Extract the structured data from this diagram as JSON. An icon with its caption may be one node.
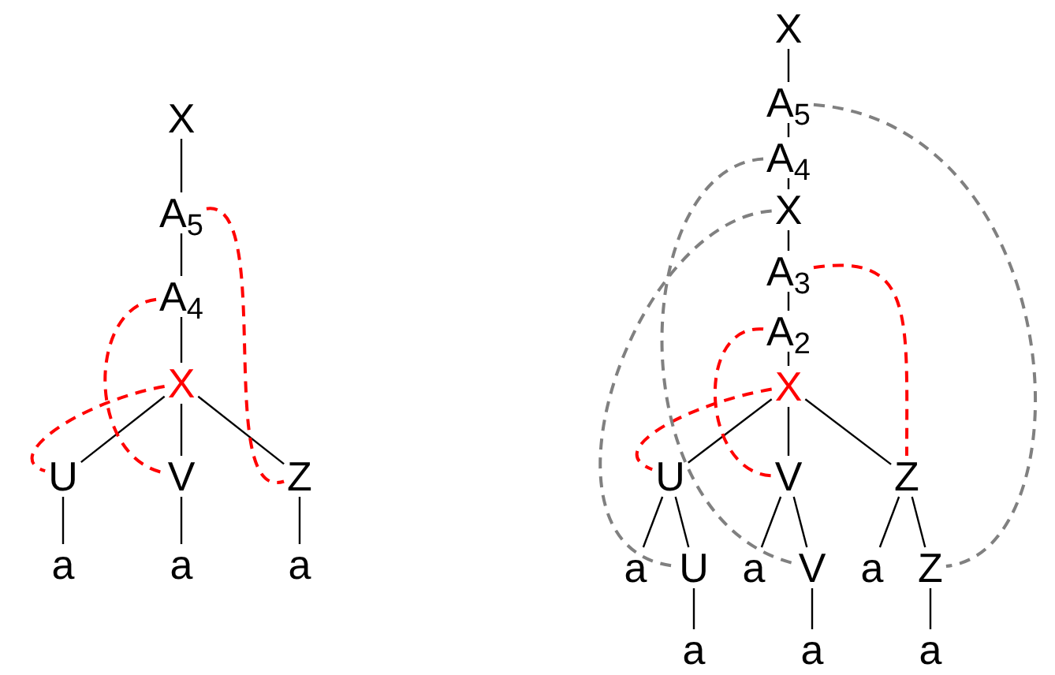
{
  "diagram": {
    "nodes": [
      {
        "text": [
          "X"
        ]
      },
      {
        "text": [
          "A$_{5}$"
        ]
      },
      {
        "text": [
          "A$_{4}$"
        ]
      },
      {
        "text": [
          "X"
        ]
      },
      {
        "text": [
          "U"
        ]
      },
      {
        "text": [
          "V"
        ]
      },
      {
        "text": [
          "Z"
        ]
      },
      {
        "text": [
          "a"
        ]
      },
      {
        "text": [
          "a"
        ]
      },
      {
        "text": [
          "a"
        ]
      },
      {
        "text": [
          "X"
        ]
      },
      {
        "text": [
          "A$_{5}$"
        ]
      },
      {
        "text": [
          "A$_{4}$"
        ]
      },
      {
        "text": [
          "X"
        ]
      },
      {
        "text": [
          "A$_{3}$"
        ]
      },
      {
        "text": [
          "A$_{2}$"
        ]
      },
      {
        "text": [
          "X"
        ]
      },
      {
        "text": [
          "U"
        ]
      },
      {
        "text": [
          "V"
        ]
      },
      {
        "text": [
          "Z"
        ]
      },
      {
        "text": [
          "a"
        ]
      },
      {
        "text": [
          "U"
        ]
      },
      {
        "text": [
          "a"
        ]
      },
      {
        "text": [
          "V"
        ]
      },
      {
        "text": [
          "a"
        ]
      },
      {
        "text": [
          "Z"
        ]
      },
      {
        "text": [
          "a"
        ]
      },
      {
        "text": [
          "a"
        ]
      },
      {
        "text": [
          "a"
        ]
      }
    ],
    "edges": [
      {
        "from": 0,
        "to": 1,
        "arrow": "none"
      },
      {
        "from": 1,
        "to": 2,
        "arrow": "none"
      },
      {
        "from": 2,
        "to": 3,
        "arrow": "none"
      },
      {
        "from": 3,
        "to": 4,
        "arrow": "none"
      },
      {
        "from": 3,
        "to": 5,
        "arrow": "none"
      },
      {
        "from": 3,
        "to": 6,
        "arrow": "none"
      },
      {
        "from": 4,
        "to": 7,
        "arrow": "none"
      },
      {
        "from": 5,
        "to": 8,
        "arrow": "none"
      },
      {
        "from": 6,
        "to": 9,
        "arrow": "none"
      },
      {
        "from": 3,
        "to": 4,
        "arrow": "none",
        "style": "dashed",
        "color": "#ff0000"
      },
      {
        "from": 2,
        "to": 5,
        "arrow": "none",
        "style": "dashed",
        "color": "#ff0000"
      },
      {
        "from": 1,
        "to": 6,
        "arrow": "none",
        "style": "dashed",
        "color": "#ff0000"
      },
      {
        "from": 10,
        "to": 11,
        "arrow": "none"
      },
      {
        "from": 11,
        "to": 12,
        "arrow": "none"
      },
      {
        "from": 12,
        "to": 13,
        "arrow": "none"
      },
      {
        "from": 13,
        "to": 14,
        "arrow": "none"
      },
      {
        "from": 14,
        "to": 15,
        "arrow": "none"
      },
      {
        "from": 15,
        "to": 16,
        "arrow": "none"
      },
      {
        "from": 16,
        "to": 17,
        "arrow": "none"
      },
      {
        "from": 16,
        "to": 18,
        "arrow": "none"
      },
      {
        "from": 16,
        "to": 19,
        "arrow": "none"
      },
      {
        "from": 17,
        "to": 20,
        "arrow": "none"
      },
      {
        "from": 17,
        "to": 21,
        "arrow": "none"
      },
      {
        "from": 18,
        "to": 22,
        "arrow": "none"
      },
      {
        "from": 18,
        "to": 23,
        "arrow": "none"
      },
      {
        "from": 19,
        "to": 24,
        "arrow": "none"
      },
      {
        "from": 19,
        "to": 25,
        "arrow": "none"
      },
      {
        "from": 21,
        "to": 26,
        "arrow": "none"
      },
      {
        "from": 23,
        "to": 27,
        "arrow": "none"
      },
      {
        "from": 25,
        "to": 28,
        "arrow": "none"
      },
      {
        "from": 16,
        "to": 17,
        "arrow": "none",
        "style": "dashed",
        "color": "#ff0000"
      },
      {
        "from": 15,
        "to": 18,
        "arrow": "none",
        "style": "dashed",
        "color": "#ff0000"
      },
      {
        "from": 14,
        "to": 19,
        "arrow": "none",
        "style": "dashed",
        "color": "#ff0000"
      },
      {
        "from": 13,
        "to": 21,
        "arrow": "none",
        "style": "dashed",
        "color": "#808080"
      },
      {
        "from": 12,
        "to": 23,
        "arrow": "none",
        "style": "dashed",
        "color": "#808080"
      },
      {
        "from": 11,
        "to": 25,
        "arrow": "none",
        "style": "dashed",
        "color": "#808080"
      }
    ]
  }
}
